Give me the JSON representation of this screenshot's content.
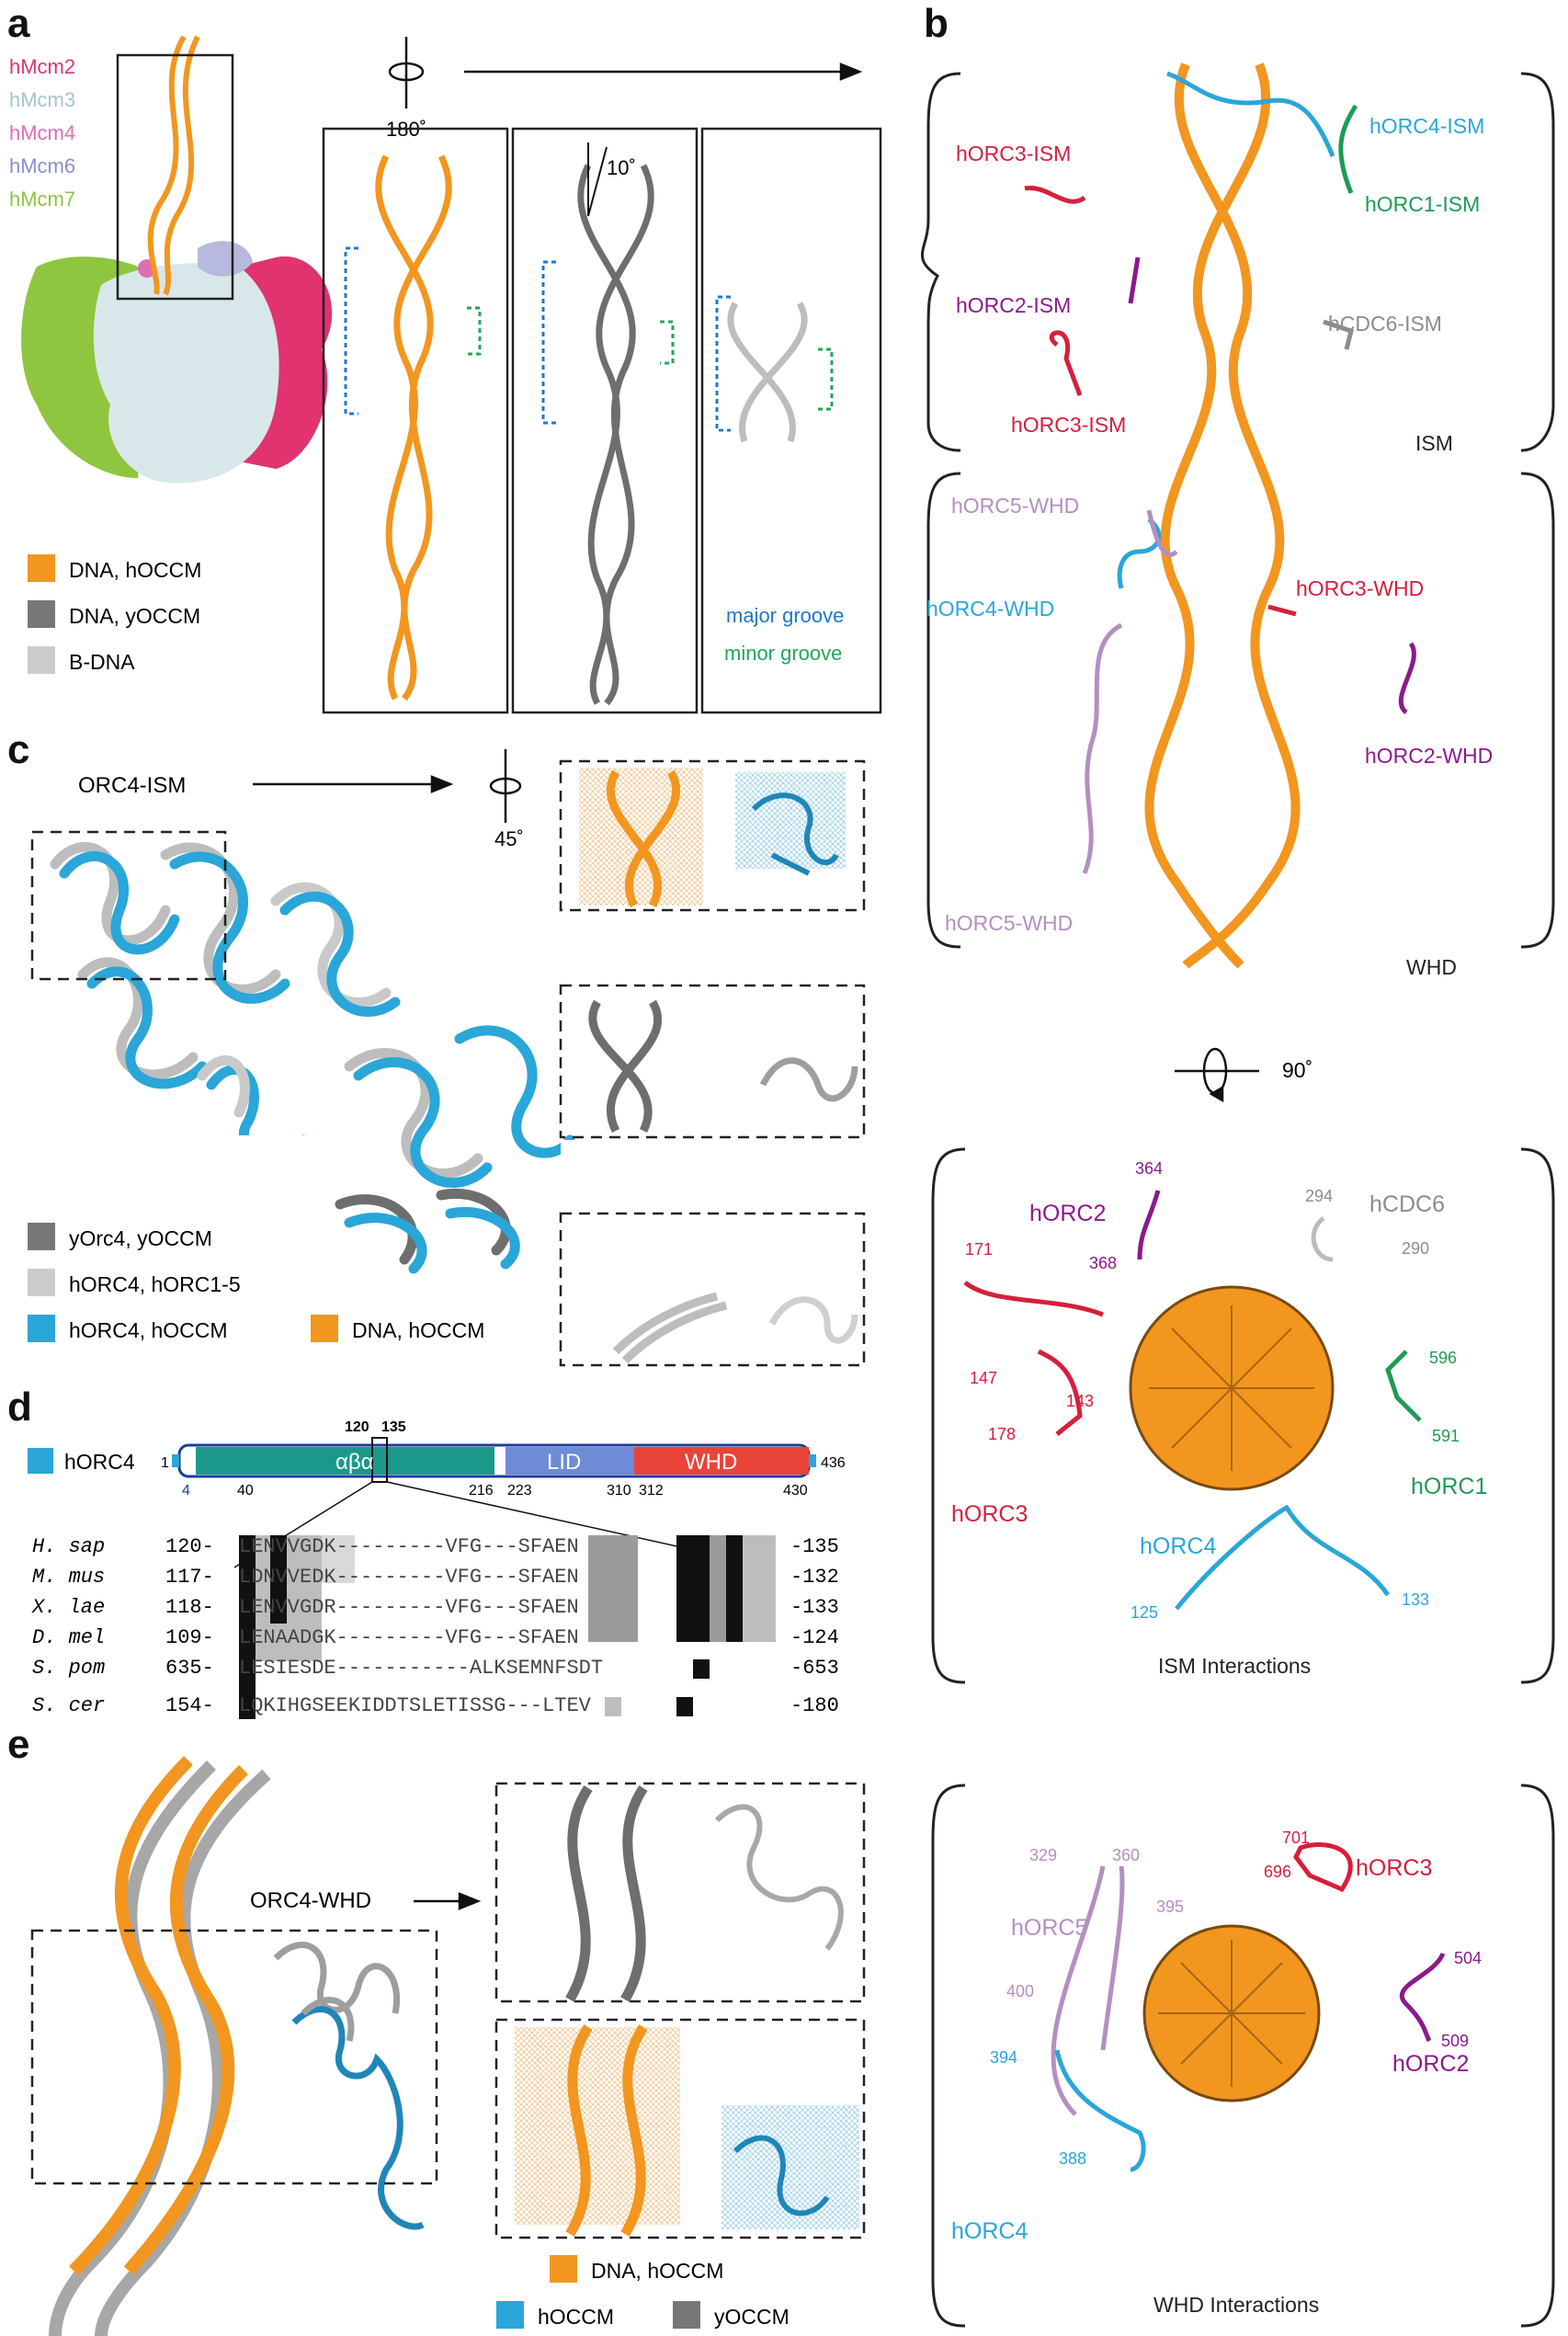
{
  "panel_letters": {
    "a": "a",
    "b": "b",
    "c": "c",
    "d": "d",
    "e": "e"
  },
  "colors": {
    "dna_hoccm": "#f2961f",
    "dna_yoccm": "#777777",
    "b_dna": "#cccccc",
    "horc4": "#2aa6d8",
    "horc3": "#d61f3c",
    "horc2": "#8b1a8b",
    "horc5": "#b48fc0",
    "horc1": "#1e9b55",
    "hcdc6": "#8c8c8c",
    "hmcm2": "#e0336f",
    "hmcm3": "#a8c4cc",
    "hmcm4": "#dd6fb1",
    "hmcm6": "#8d8ec9",
    "hmcm7": "#8ec63f",
    "major_groove": "#1f78c8",
    "minor_groove": "#23a65a"
  },
  "panel_a": {
    "mcm_legend": [
      "hMcm2",
      "hMcm3",
      "hMcm4",
      "hMcm6",
      "hMcm7"
    ],
    "rotation": "180˚",
    "tilt": "10˚",
    "legend": [
      {
        "label": "DNA, hOCCM"
      },
      {
        "label": "DNA, yOCCM"
      },
      {
        "label": "B-DNA"
      }
    ],
    "groove_labels": {
      "major": "major groove",
      "minor": "minor groove"
    }
  },
  "panel_b": {
    "ism_labels": [
      "hORC3-ISM",
      "hORC2-ISM",
      "hORC3-ISM",
      "hORC4-ISM",
      "hORC1-ISM",
      "hCDC6-ISM"
    ],
    "ism_bracket": "ISM",
    "whd_labels": [
      "hORC5-WHD",
      "hORC4-WHD",
      "hORC5-WHD",
      "hORC3-WHD",
      "hORC2-WHD"
    ],
    "whd_bracket": "WHD",
    "rotation": "90˚",
    "ism_interactions": {
      "title": "ISM Interactions",
      "proteins": [
        "hORC2",
        "hCDC6",
        "hORC3",
        "hORC1",
        "hORC4"
      ],
      "residues": [
        "364",
        "368",
        "294",
        "290",
        "171",
        "147",
        "143",
        "178",
        "596",
        "591",
        "125",
        "133"
      ]
    },
    "whd_interactions": {
      "title": "WHD Interactions",
      "proteins": [
        "hORC5",
        "hORC3",
        "hORC2",
        "hORC4"
      ],
      "residues": [
        "329",
        "360",
        "395",
        "400",
        "701",
        "696",
        "504",
        "509",
        "394",
        "388"
      ]
    }
  },
  "panel_c": {
    "title": "ORC4-ISM",
    "rotation": "45˚",
    "legend": [
      {
        "label": "yOrc4, yOCCM"
      },
      {
        "label": "hORC4, hORC1-5"
      },
      {
        "label": "hORC4, hOCCM"
      },
      {
        "label": "DNA, hOCCM"
      }
    ]
  },
  "panel_d": {
    "protein": "hORC4",
    "ruler": {
      "start": "1",
      "end": "436",
      "marks": [
        "4",
        "40",
        "216",
        "223",
        "310",
        "312",
        "430"
      ],
      "box": [
        "120",
        "135"
      ]
    },
    "domains": [
      "αβα",
      "LID",
      "WHD"
    ],
    "alignment": [
      {
        "species": "H. sap",
        "start": "120-",
        "seq": "LENVVGDK---------VFG---SFAEN",
        "end": "-135"
      },
      {
        "species": "M. mus",
        "start": "117-",
        "seq": "LDNVVEDK---------VFG---SFAEN",
        "end": "-132"
      },
      {
        "species": "X. lae",
        "start": "118-",
        "seq": "LENVVGDR---------VFG---SFAEN",
        "end": "-133"
      },
      {
        "species": "D. mel",
        "start": "109-",
        "seq": "LENAADGK---------VFG---SFAEN",
        "end": "-124"
      },
      {
        "species": "S. pom",
        "start": "635-",
        "seq": "LESIESDE-----------ALKSEMNFSDT",
        "end": "-653"
      },
      {
        "species": "S. cer",
        "start": "154-",
        "seq": "LQKIHGSEEKIDDTSLETISSG---LTEV",
        "end": "-180"
      }
    ]
  },
  "panel_e": {
    "title": "ORC4-WHD",
    "legend": [
      {
        "label": "DNA, hOCCM"
      },
      {
        "label": "hOCCM"
      },
      {
        "label": "yOCCM"
      }
    ]
  }
}
